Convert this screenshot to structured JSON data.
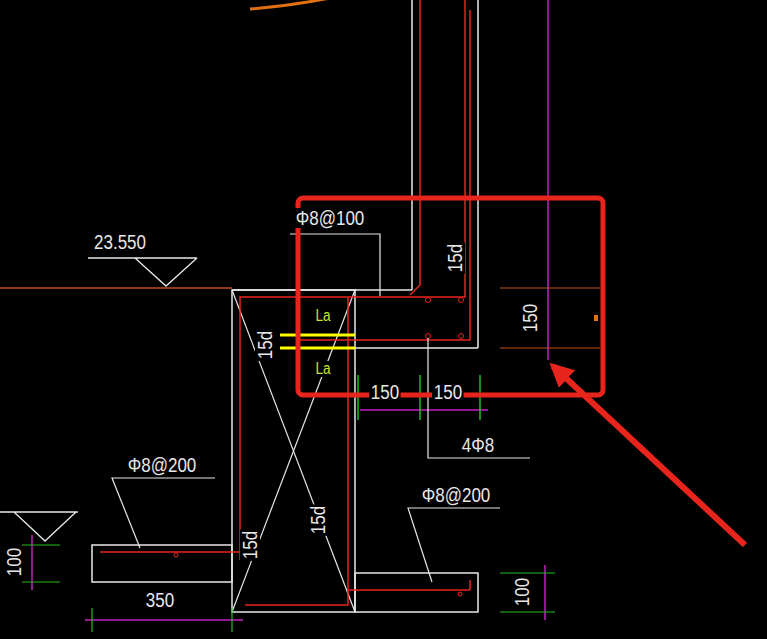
{
  "diagram": {
    "labels": [
      "Φ8@100",
      "23.550",
      "15d",
      "La",
      "La",
      "150",
      "15d",
      "150",
      "150",
      "4Φ8",
      "Φ8@200",
      "Φ8@200",
      "15d",
      "15d",
      "100",
      "350",
      "100"
    ]
  }
}
